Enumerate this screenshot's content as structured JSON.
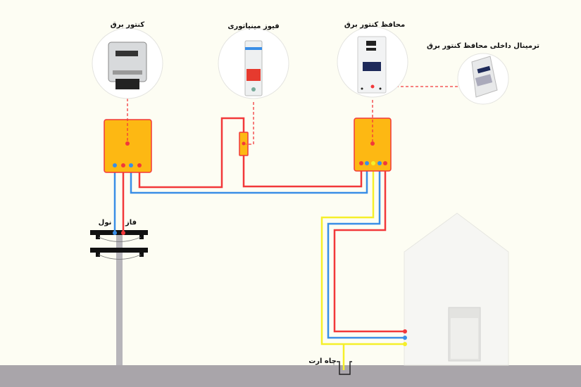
{
  "labels": {
    "meter": "کنتور برق",
    "fuse": "فیوز مینیاتوری",
    "meter_protector": "محافظ کنتور برق",
    "protector_terminal": "ترمینال داخلی محافظ کنتور برق",
    "neutral": "نول",
    "phase": "فاز",
    "earth_well": "چاه ارت"
  },
  "colors": {
    "background": "#fdfdf3",
    "phase_wire": "#f2383a",
    "neutral_wire": "#3a8ee6",
    "earth_wire": "#f5ef2a",
    "box_fill": "#fdb813",
    "ground": "#a9a5aa"
  }
}
